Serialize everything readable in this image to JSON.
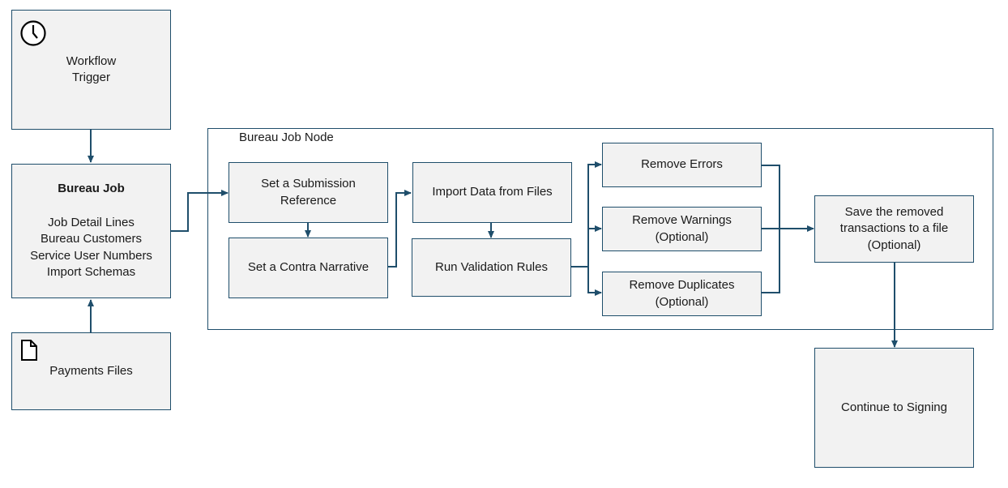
{
  "nodes": {
    "workflow_trigger": "Workflow\nTrigger",
    "bureau_job_title": "Bureau Job",
    "bureau_job_items": "Job Detail Lines\nBureau Customers\nService User Numbers\nImport Schemas",
    "payments_files": "Payments Files",
    "group_label": "Bureau Job Node",
    "set_submission": "Set a Submission\nReference",
    "set_contra": "Set a Contra Narrative",
    "import_data": "Import Data from Files",
    "run_validation": "Run Validation Rules",
    "remove_errors": "Remove Errors",
    "remove_warnings": "Remove Warnings\n(Optional)",
    "remove_duplicates": "Remove Duplicates\n(Optional)",
    "save_removed": "Save the removed\ntransactions to a file\n(Optional)",
    "continue_signing": "Continue to Signing"
  },
  "icons": {
    "trigger_icon": "clock-icon",
    "files_icon": "document-icon"
  },
  "colors": {
    "line": "#1f4e6b",
    "box_fill": "#f2f2f2"
  }
}
